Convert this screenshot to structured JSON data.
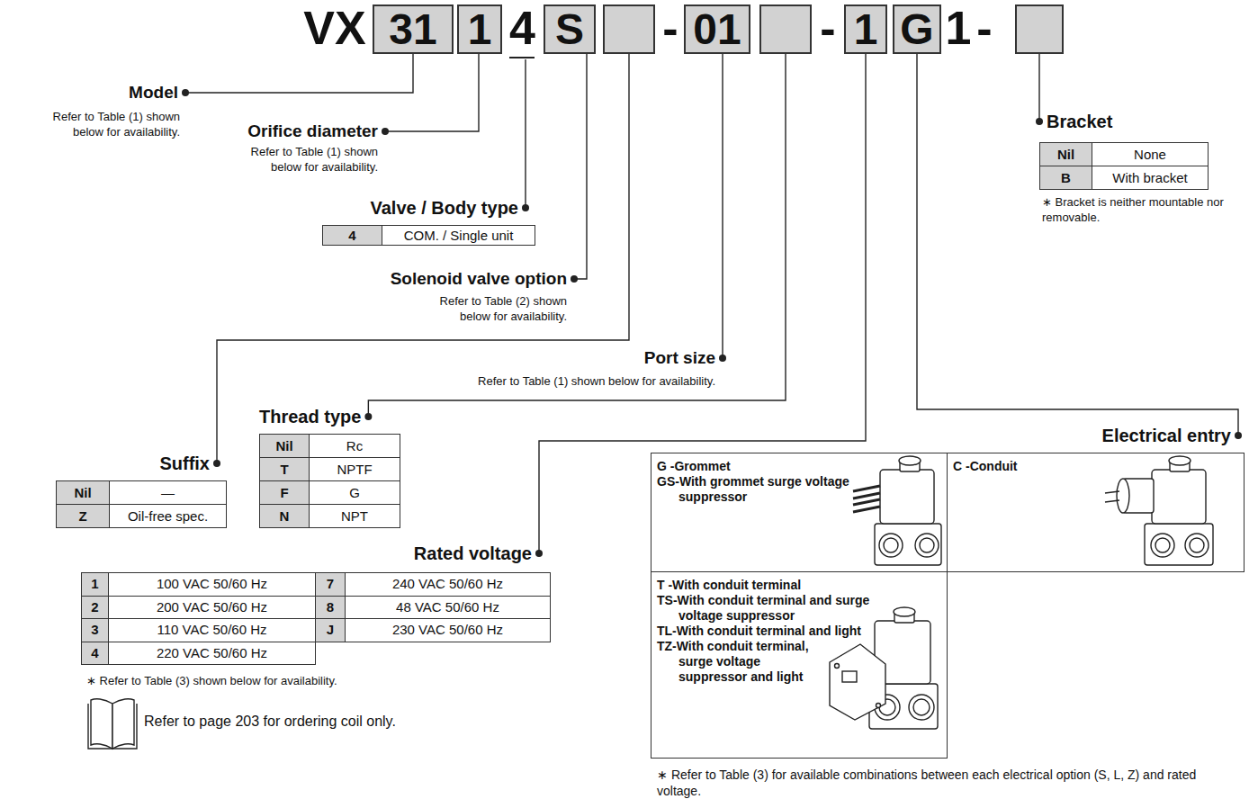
{
  "diagram": {
    "nodes": [
      {
        "text": [
          "31"
        ]
      },
      {
        "text": [
          "1"
        ]
      },
      {
        "text": [
          "S"
        ]
      },
      {
        "text": []
      },
      {
        "text": [
          "01"
        ]
      },
      {
        "text": []
      },
      {
        "text": [
          "1"
        ]
      },
      {
        "text": [
          "G"
        ]
      },
      {
        "text": []
      },
      {
        "text": [
          "Bracket",
          "Nil",
          "None",
          "B",
          "With bracket"
        ]
      },
      {
        "text": [
          "Valve / Body type",
          "4",
          "COM. / Single unit"
        ]
      },
      {
        "text": [
          "Thread type",
          "Nil",
          "Rc",
          "T",
          "NPTF",
          "F",
          "G",
          "N",
          "NPT"
        ]
      },
      {
        "text": [
          "Suffix",
          "Nil",
          "—",
          "Z",
          "Oil-free spec."
        ]
      },
      {
        "text": [
          "Rated voltage",
          "1",
          "100 VAC 50/60 Hz",
          "7",
          "240 VAC 50/60 Hz",
          "2",
          "200 VAC 50/60 Hz",
          "8",
          "48 VAC 50/60 Hz",
          "3",
          "110 VAC 50/60 Hz",
          "J",
          "230 VAC 50/60 Hz",
          "4",
          "220 VAC 50/60 Hz"
        ]
      },
      {
        "text": [
          "Electrical entry"
        ]
      },
      {
        "text": [
          "G -Grommet",
          "GS-With grommet surge voltage suppressor"
        ],
        "in": 14
      },
      {
        "text": [
          "C -Conduit"
        ],
        "in": 14
      },
      {
        "text": [
          "T -With conduit terminal",
          "TS-With conduit terminal and surge voltage suppressor",
          "TL-With conduit terminal and light",
          "TZ-With conduit terminal, surge voltage suppressor and light"
        ],
        "in": 14
      }
    ],
    "edges": [
      {
        "from": 3,
        "to": 12,
        "arrow": "none"
      },
      {
        "from": 5,
        "to": 11,
        "arrow": "none"
      },
      {
        "from": 6,
        "to": 13,
        "arrow": "none"
      },
      {
        "from": 7,
        "to": 14,
        "arrow": "none"
      },
      {
        "from": 8,
        "to": 9,
        "arrow": "none"
      }
    ],
    "labels": [
      "VX",
      "4",
      "-",
      "-",
      "1",
      "-",
      "Model",
      "Refer to Table (1) shown below for availability.",
      "Orifice diameter",
      "Refer to Table (1) shown below for availability.",
      "Solenoid valve option",
      "Refer to Table (2) shown below for availability.",
      "Port size",
      "Refer to Table (1) shown below for availability.",
      "∗ Bracket is neither mountable nor removable.",
      "∗ Refer to Table (3) shown below for availability.",
      "Refer to page 203 for ordering coil only.",
      "∗ Refer to Table (3) for available combinations between each electrical option (S, L, Z) and rated voltage."
    ]
  }
}
